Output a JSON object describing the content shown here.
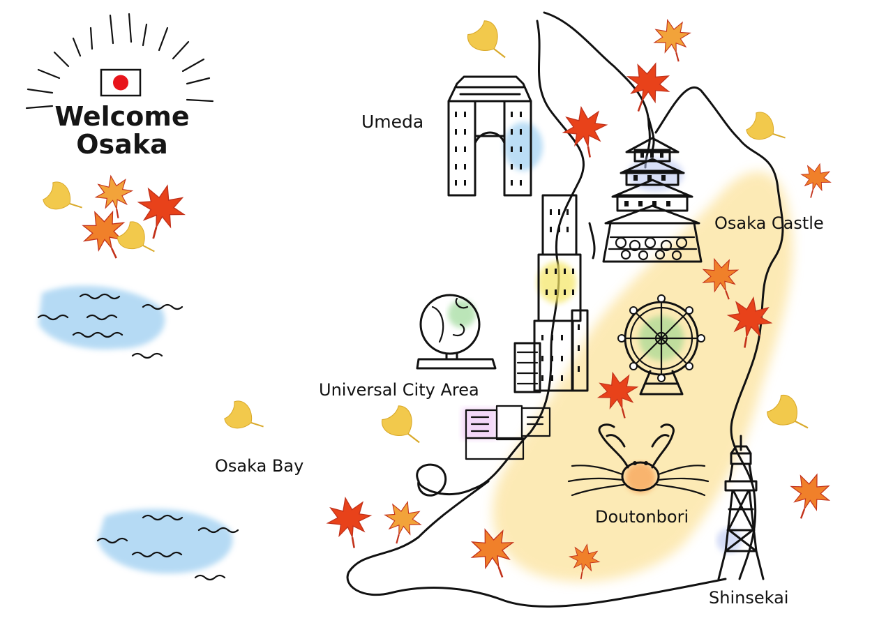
{
  "header": {
    "line1": "Welcome",
    "line2": "Osaka"
  },
  "places": {
    "umeda": "Umeda",
    "osaka_castle": "Osaka Castle",
    "universal_city": "Universal City Area",
    "osaka_bay": "Osaka Bay",
    "doutonbori": "Doutonbori",
    "shinsekai": "Shinsekai"
  },
  "icons": [
    "japan-flag-icon",
    "sunburst-rays",
    "maple-leaf-icon",
    "ginkgo-leaf-icon",
    "wave-icon",
    "umeda-sky-building-icon",
    "osaka-castle-icon",
    "ferris-wheel-icon",
    "globe-icon",
    "crab-icon",
    "tsutenkaku-tower-icon"
  ],
  "colors": {
    "ink": "#111111",
    "flag_red": "#e8141b",
    "maple": "#e8421a",
    "ginkgo": "#f2c94c",
    "water": "#8fc7ef",
    "land_wash": "#fbd97a"
  }
}
